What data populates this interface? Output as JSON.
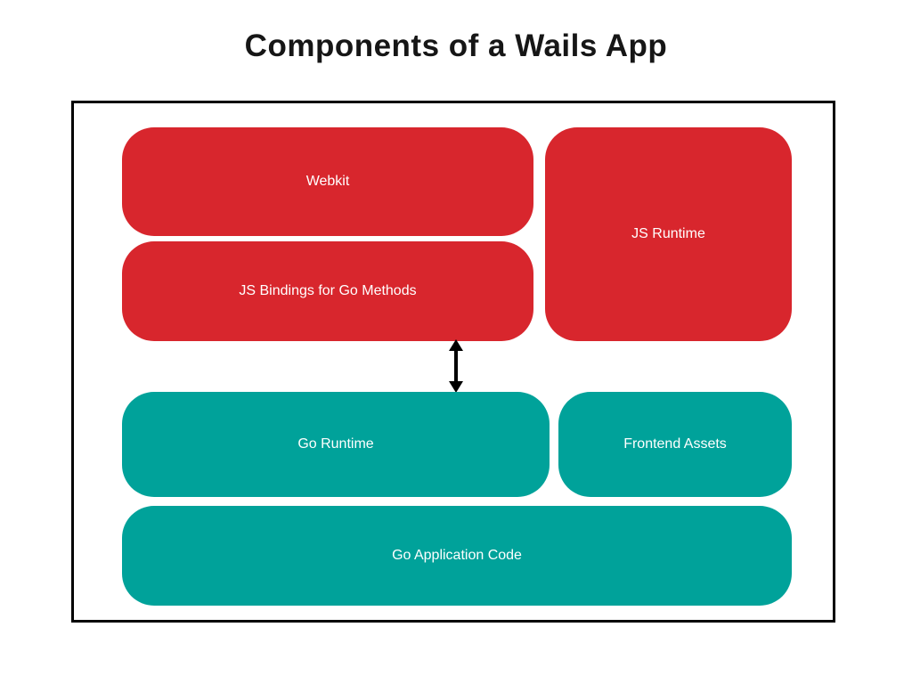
{
  "title": "Components of a Wails App",
  "colors": {
    "red": "#d8262d",
    "teal": "#00a29a",
    "border": "#000000",
    "block_text": "#ffffff",
    "title_text": "#161616"
  },
  "diagram": {
    "blocks": [
      {
        "id": "webkit",
        "label": "Webkit",
        "color": "#d8262d"
      },
      {
        "id": "js-runtime",
        "label": "JS Runtime",
        "color": "#d8262d"
      },
      {
        "id": "js-bindings",
        "label": "JS Bindings for Go Methods",
        "color": "#d8262d"
      },
      {
        "id": "go-runtime",
        "label": "Go Runtime",
        "color": "#00a29a"
      },
      {
        "id": "frontend-assets",
        "label": "Frontend Assets",
        "color": "#00a29a"
      },
      {
        "id": "go-application-code",
        "label": "Go Application Code",
        "color": "#00a29a"
      }
    ],
    "connector": {
      "type": "double-headed-arrow",
      "between": [
        "JS Bindings for Go Methods",
        "Go Runtime"
      ]
    }
  }
}
